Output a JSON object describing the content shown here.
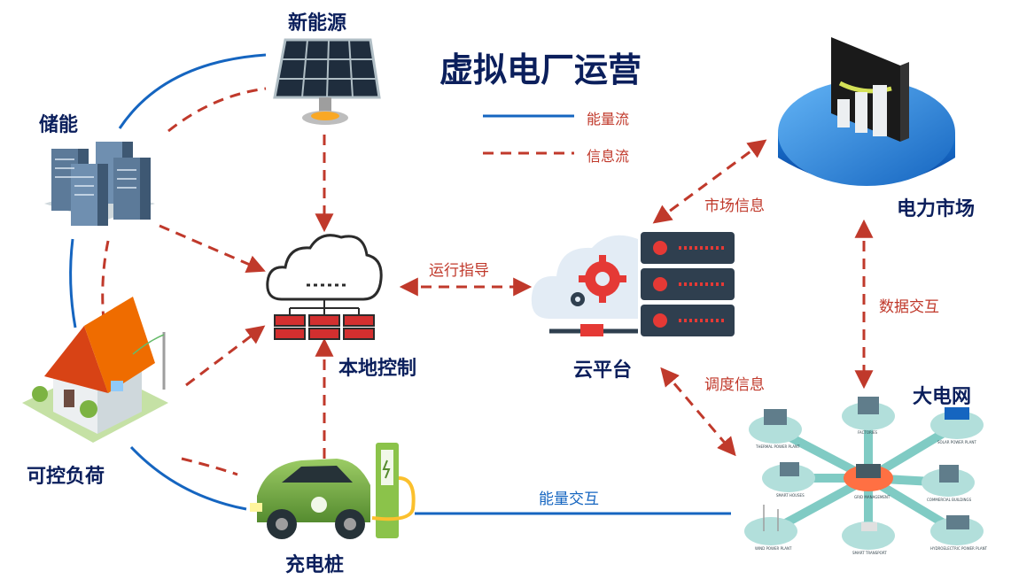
{
  "title": "虚拟电厂运营",
  "legend": {
    "energy": "能量流",
    "info": "信息流"
  },
  "nodes": {
    "new_energy": "新能源",
    "storage": "储能",
    "controllable_load": "可控负荷",
    "charging_pile": "充电桩",
    "local_control": "本地控制",
    "cloud_platform": "云平台",
    "power_market": "电力市场",
    "power_grid": "大电网"
  },
  "edges": {
    "operation_guidance": "运行指导",
    "market_info": "市场信息",
    "data_exchange": "数据交互",
    "dispatch_info": "调度信息",
    "energy_exchange": "能量交互"
  },
  "grid_labels": {
    "thermal": "THERMAL POWER PLANT",
    "factories": "FACTORIES",
    "solar": "SOLAR POWER PLANT",
    "smart_houses": "SMART HOUSES",
    "grid_mgmt": "GRID MANAGEMENT",
    "commercial": "COMMERCIAL BUILDINGS",
    "wind": "WIND POWER PLANT",
    "transport": "SMART TRANSPORT",
    "hydro": "HYDROELECTRIC POWER PLANT"
  },
  "colors": {
    "energy_line": "#1565c0",
    "info_line": "#c0392b",
    "title": "#0b1f5c",
    "car": "#7cb342",
    "server": "#2f3f4f",
    "market_disc": "#1e88e5"
  }
}
